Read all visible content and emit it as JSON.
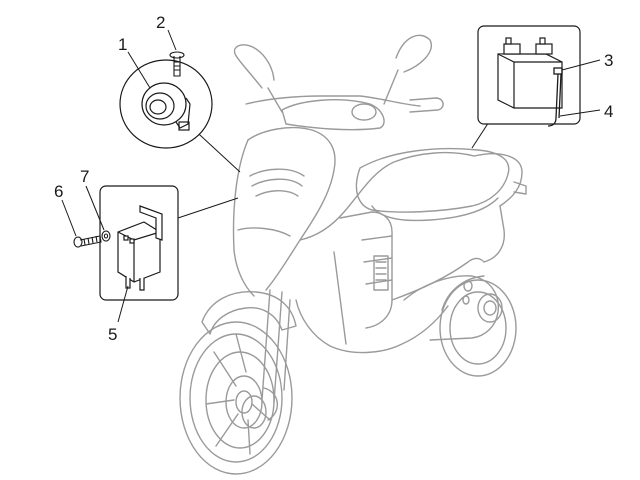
{
  "diagram": {
    "callouts": [
      {
        "id": "1",
        "label": "1"
      },
      {
        "id": "2",
        "label": "2"
      },
      {
        "id": "3",
        "label": "3"
      },
      {
        "id": "4",
        "label": "4"
      },
      {
        "id": "5",
        "label": "5"
      },
      {
        "id": "6",
        "label": "6"
      },
      {
        "id": "7",
        "label": "7"
      }
    ]
  },
  "colors": {
    "scooter_outline": "#9a9a9a",
    "part_outline": "#1a1a1a",
    "background": "#ffffff"
  }
}
